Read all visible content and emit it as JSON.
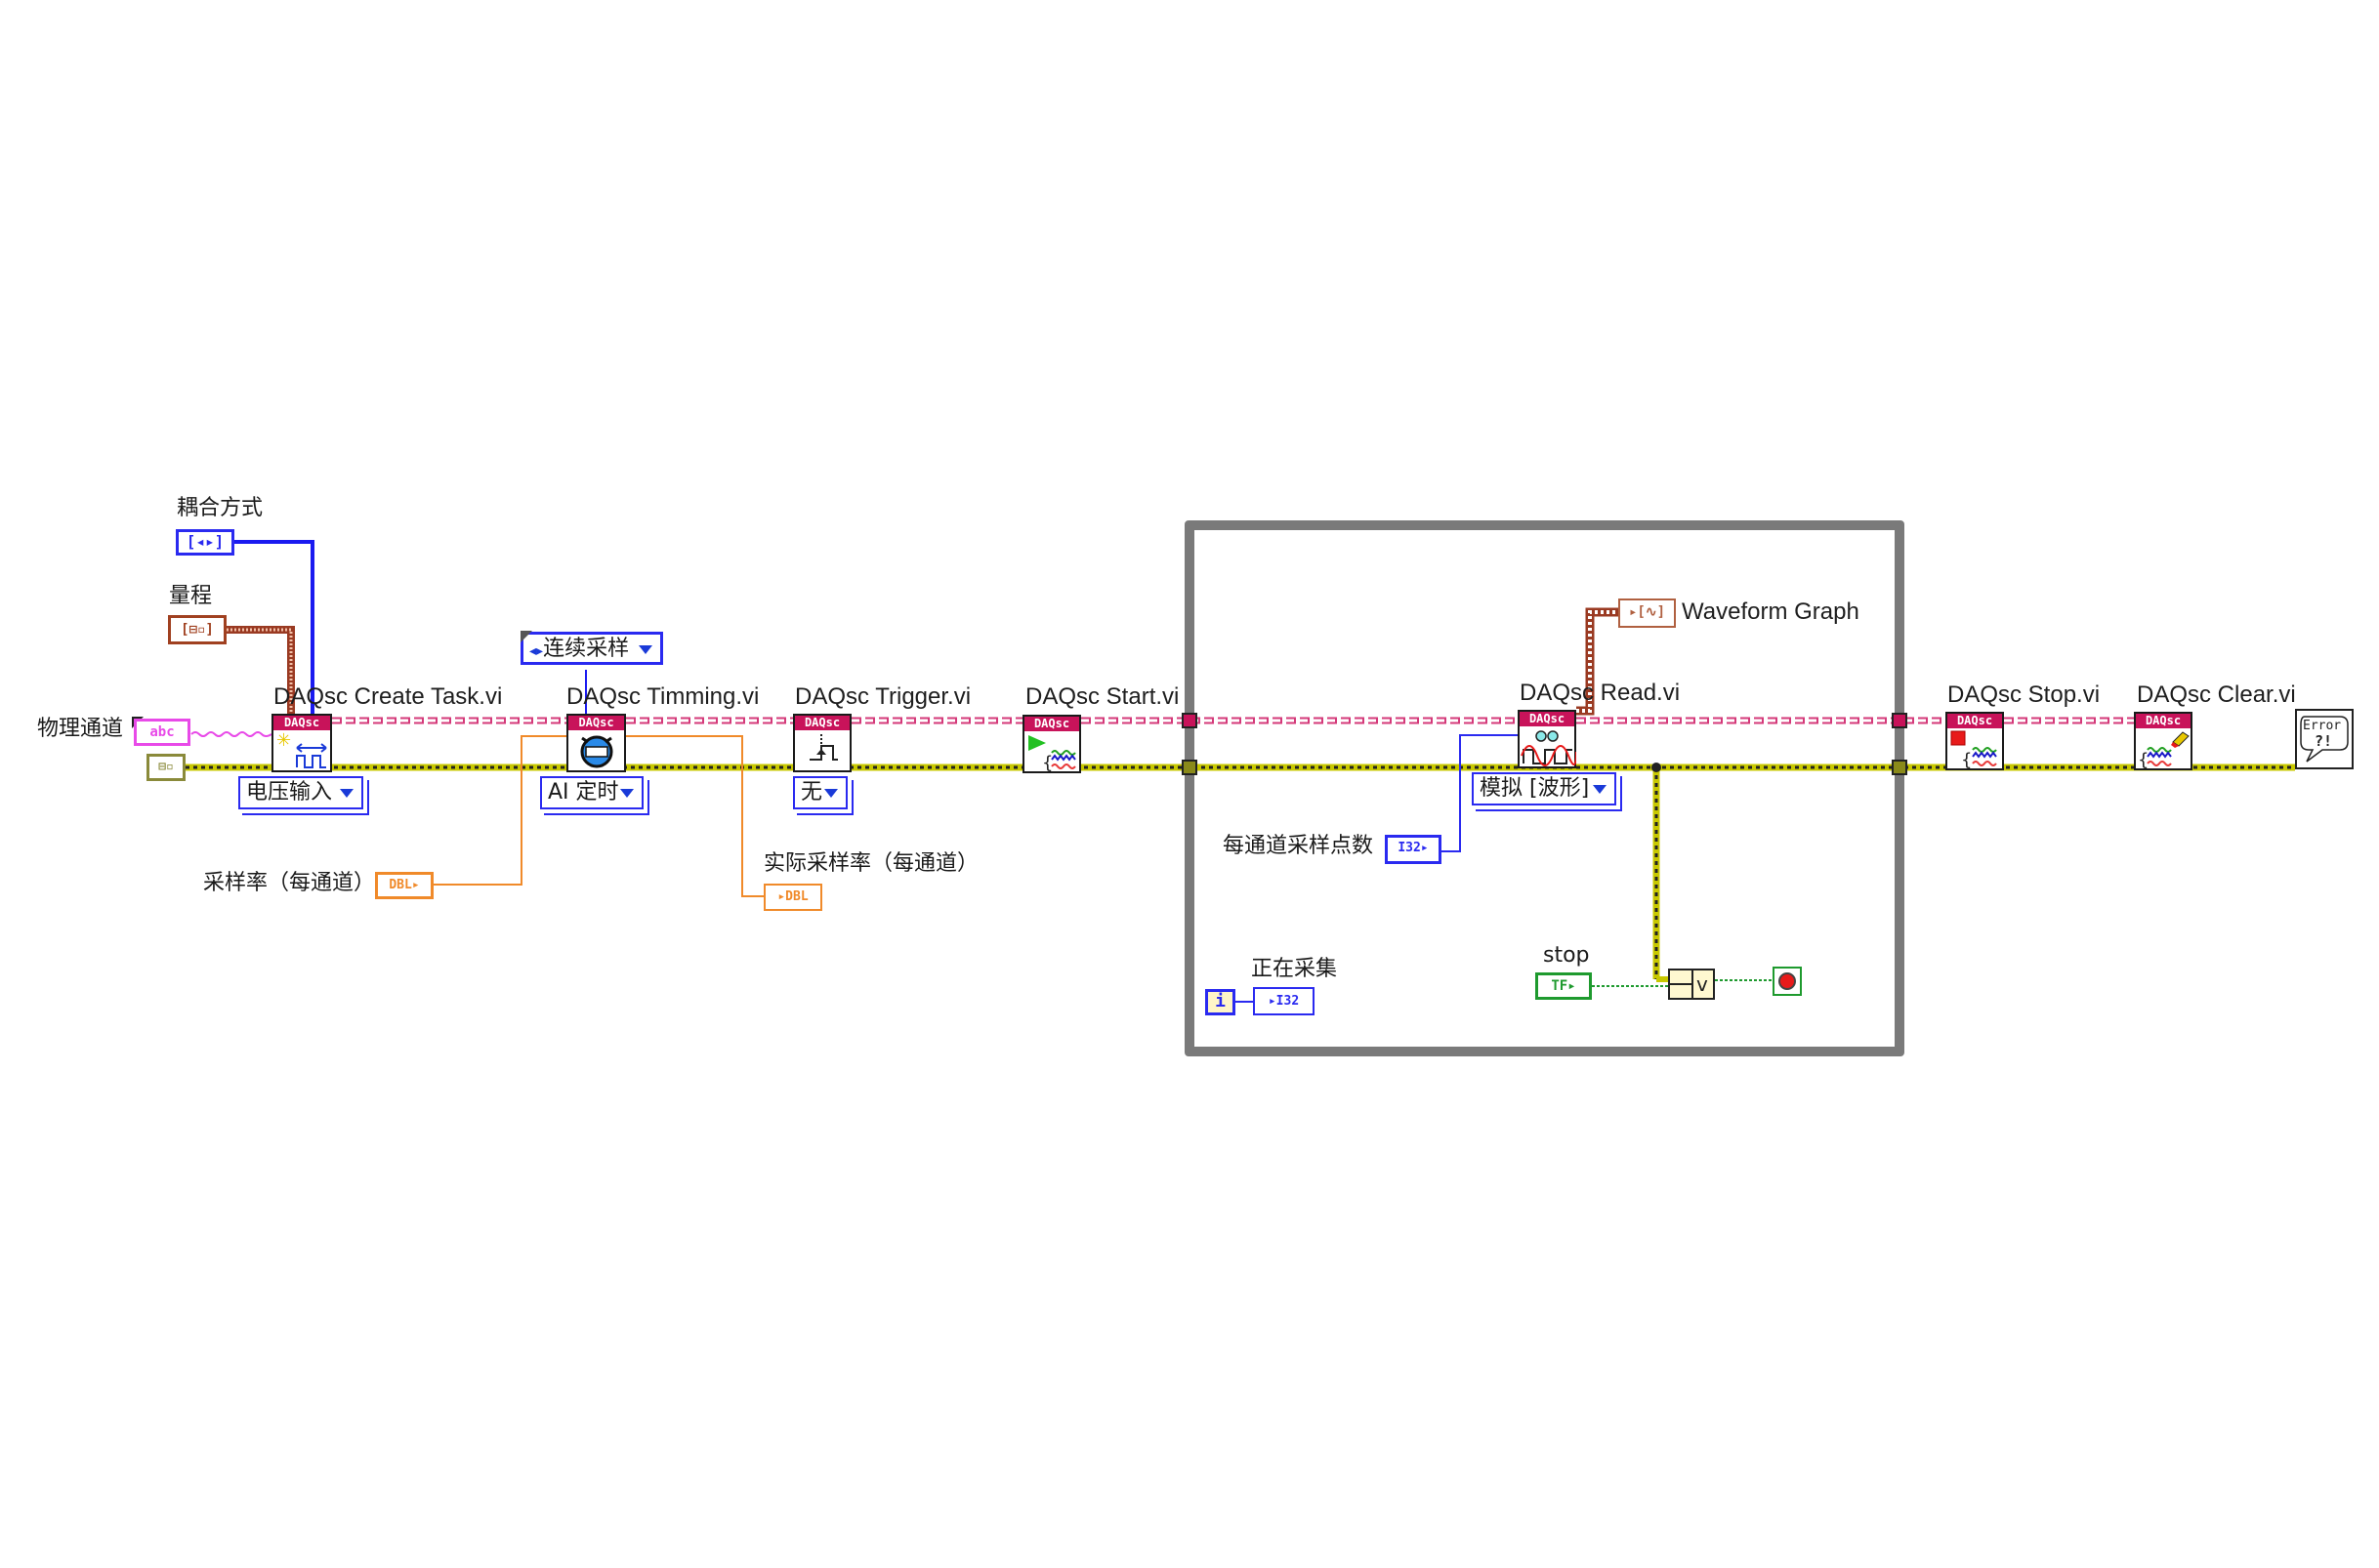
{
  "diagram": {
    "controls": {
      "coupling": {
        "label": "耦合方式",
        "type_icon": "enum-array-icon"
      },
      "range": {
        "label": "量程",
        "type_icon": "cluster-array-icon"
      },
      "physical_channel": {
        "label": "物理通道",
        "type_text": "abc"
      },
      "error_in": {
        "type_icon": "error-cluster-icon"
      },
      "sample_rate": {
        "label": "采样率（每通道）",
        "type_text": "DBL"
      },
      "sample_mode": {
        "value": "连续采样"
      },
      "samples_per_channel": {
        "label": "每通道采样点数",
        "type_text": "I32"
      },
      "stop": {
        "label": "stop",
        "type_text": "TF"
      }
    },
    "indicators": {
      "actual_rate": {
        "label": "实际采样率（每通道）",
        "type_text": "DBL"
      },
      "waveform_graph": {
        "label": "Waveform Graph"
      },
      "acquiring": {
        "label": "正在采集",
        "type_text": "I32"
      },
      "iteration": {
        "text": "i"
      }
    },
    "nodes": [
      {
        "id": "create",
        "title": "DAQsc Create Task.vi",
        "header": "DAQsc",
        "selector": "电压输入"
      },
      {
        "id": "timing",
        "title": "DAQsc Timming.vi",
        "header": "DAQsc",
        "selector": "AI 定时"
      },
      {
        "id": "trigger",
        "title": "DAQsc Trigger.vi",
        "header": "DAQsc",
        "selector": "无"
      },
      {
        "id": "start",
        "title": "DAQsc Start.vi",
        "header": "DAQsc"
      },
      {
        "id": "read",
        "title": "DAQsc Read.vi",
        "header": "DAQsc",
        "selector": "模拟 [波形]"
      },
      {
        "id": "stop",
        "title": "DAQsc Stop.vi",
        "header": "DAQsc"
      },
      {
        "id": "clear",
        "title": "DAQsc Clear.vi",
        "header": "DAQsc"
      }
    ],
    "or_function": {
      "text": "v"
    },
    "error_handler": {
      "line1": "Error",
      "line2": "?!"
    },
    "colors": {
      "task_wire": "#d43a7a",
      "error_wire": "#c8c800",
      "dbl_wire": "#f08a2a",
      "i32_wire": "#2a2af0",
      "enum_wire": "#1a1af0",
      "string_wire": "#e84ae8",
      "bool_wire": "#1e9a2e",
      "waveform_wire": "#9a3a22",
      "loop_border": "#7a7a7a",
      "node_header": "#c8135a"
    }
  }
}
